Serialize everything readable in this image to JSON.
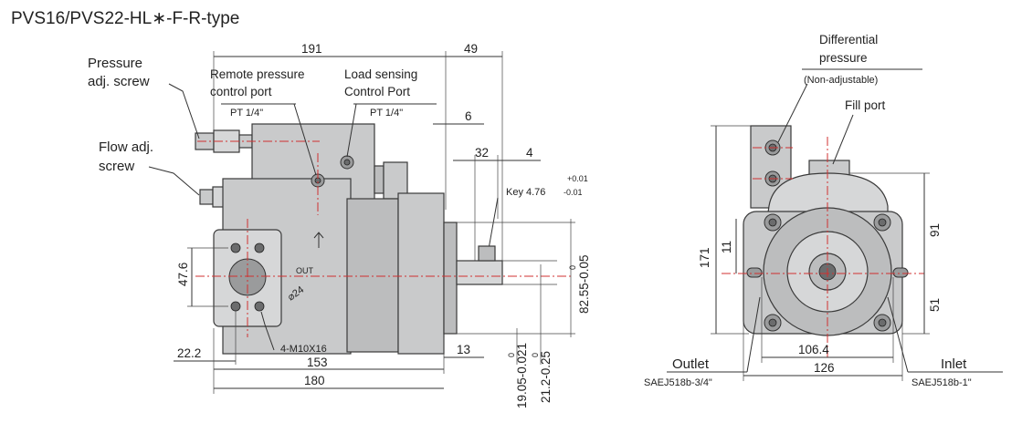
{
  "title": "PVS16/PVS22-HL∗-F-R-type",
  "left_view": {
    "labels": {
      "pressure_adj_1": "Pressure",
      "pressure_adj_2": "adj. screw",
      "flow_adj_1": "Flow adj.",
      "flow_adj_2": "screw",
      "remote_1": "Remote pressure",
      "remote_2": "control port",
      "remote_pt": "PT 1/4\"",
      "load_1": "Load sensing",
      "load_2": "Control Port",
      "load_pt": "PT 1/4\"",
      "key_label": "Key 4.76",
      "key_tol": "-0.01",
      "key_tol_top": "+0.01",
      "bolts": "4-M10X16",
      "out": "OUT",
      "dia": "⌀24"
    },
    "dims": {
      "d191": "191",
      "d49": "49",
      "d6": "6",
      "d32": "32",
      "d4": "4",
      "d47_6": "47.6",
      "d22_2": "22.2",
      "d153": "153",
      "d180": "180",
      "d13": "13",
      "d19": "19.05-0.021",
      "d19_top": "0",
      "d21": "21.2-0.25",
      "d21_top": "0",
      "d82": "82.55-0.05",
      "d82_top": "0"
    }
  },
  "right_view": {
    "labels": {
      "diff_1": "Differential",
      "diff_2": "pressure",
      "diff_3": "(Non-adjustable)",
      "fill": "Fill port",
      "outlet": "Outlet",
      "outlet_spec": "SAEJ518b-3/4\"",
      "inlet": "Inlet",
      "inlet_spec": "SAEJ518b-1\""
    },
    "dims": {
      "d171": "171",
      "d11": "11",
      "d91": "91",
      "d51": "51",
      "d106_4": "106.4",
      "d126": "126"
    }
  }
}
